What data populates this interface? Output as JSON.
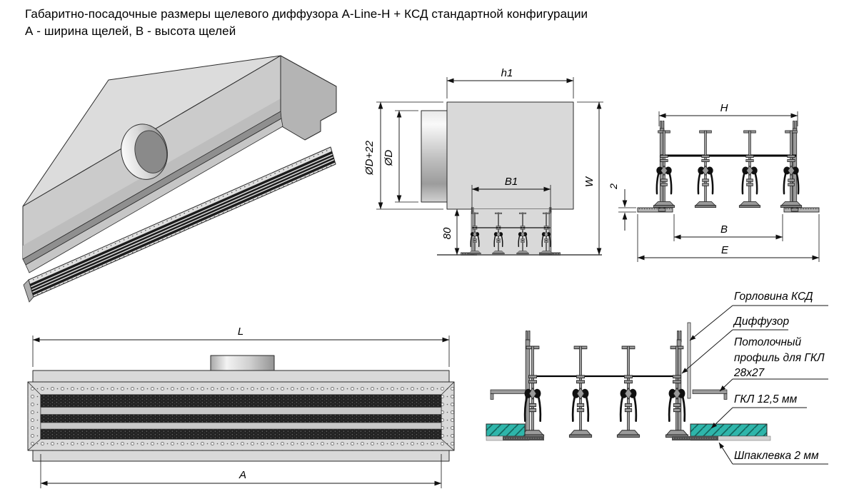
{
  "title": {
    "line1": "Габаритно-посадочные размеры щелевого диффузора A-Line-H + КСД стандартной конфигурации",
    "line2": "А - ширина щелей, В - высота щелей"
  },
  "dims": {
    "h1": "h1",
    "d_plus22": "ØD+22",
    "d": "ØD",
    "b1": "B1",
    "w": "W",
    "neck_height": "80",
    "h": "H",
    "putty_gap": "2",
    "b": "B",
    "e": "E",
    "l": "L",
    "a": "A"
  },
  "callouts": {
    "neck": "Горловина КСД",
    "diffuser": "Диффузор",
    "profile_line1": "Потолочный",
    "profile_line2": "профиль для ГКЛ",
    "profile_line3": "28х27",
    "gkl": "ГКЛ 12,5 мм",
    "putty": "Шпаклевка 2 мм"
  },
  "colors": {
    "body_gray": "#d9d9d9",
    "slot_black": "#232323",
    "gkl_teal": "#2eb5aa",
    "line": "#2a2a2a"
  }
}
